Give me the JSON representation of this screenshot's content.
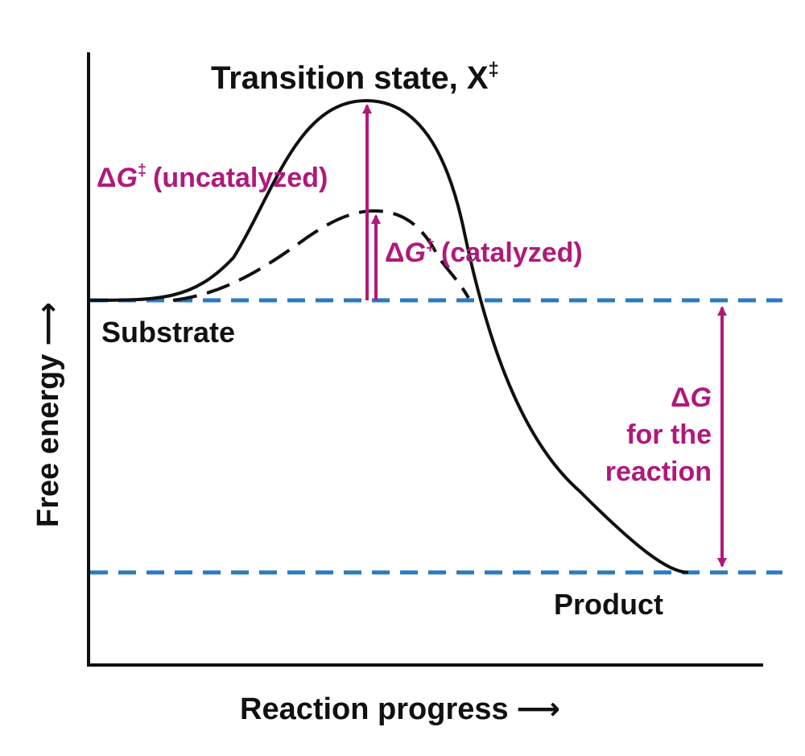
{
  "axes": {
    "x_label": "Reaction progress",
    "y_label": "Free energy",
    "x_arrow": "⟶",
    "y_arrow": "⟶"
  },
  "labels": {
    "transition_state": "Transition state, X",
    "transition_state_mark": "‡",
    "substrate": "Substrate",
    "product": "Product",
    "uncatalyzed_delta": "Δ",
    "uncatalyzed_g": "G",
    "uncatalyzed_mark": "‡",
    "uncatalyzed_text": "(uncatalyzed)",
    "catalyzed_delta": "Δ",
    "catalyzed_g": "G",
    "catalyzed_mark": "‡",
    "catalyzed_text": "(catalyzed)",
    "reaction_delta": "Δ",
    "reaction_g": "G",
    "reaction_line2": "for the",
    "reaction_line3": "reaction"
  },
  "curves": {
    "uncatalyzed_style": "solid",
    "catalyzed_style": "dashed"
  },
  "colors": {
    "curve": "#111111",
    "energy_levels": "#2b79c2",
    "accent": "#b0197a"
  }
}
